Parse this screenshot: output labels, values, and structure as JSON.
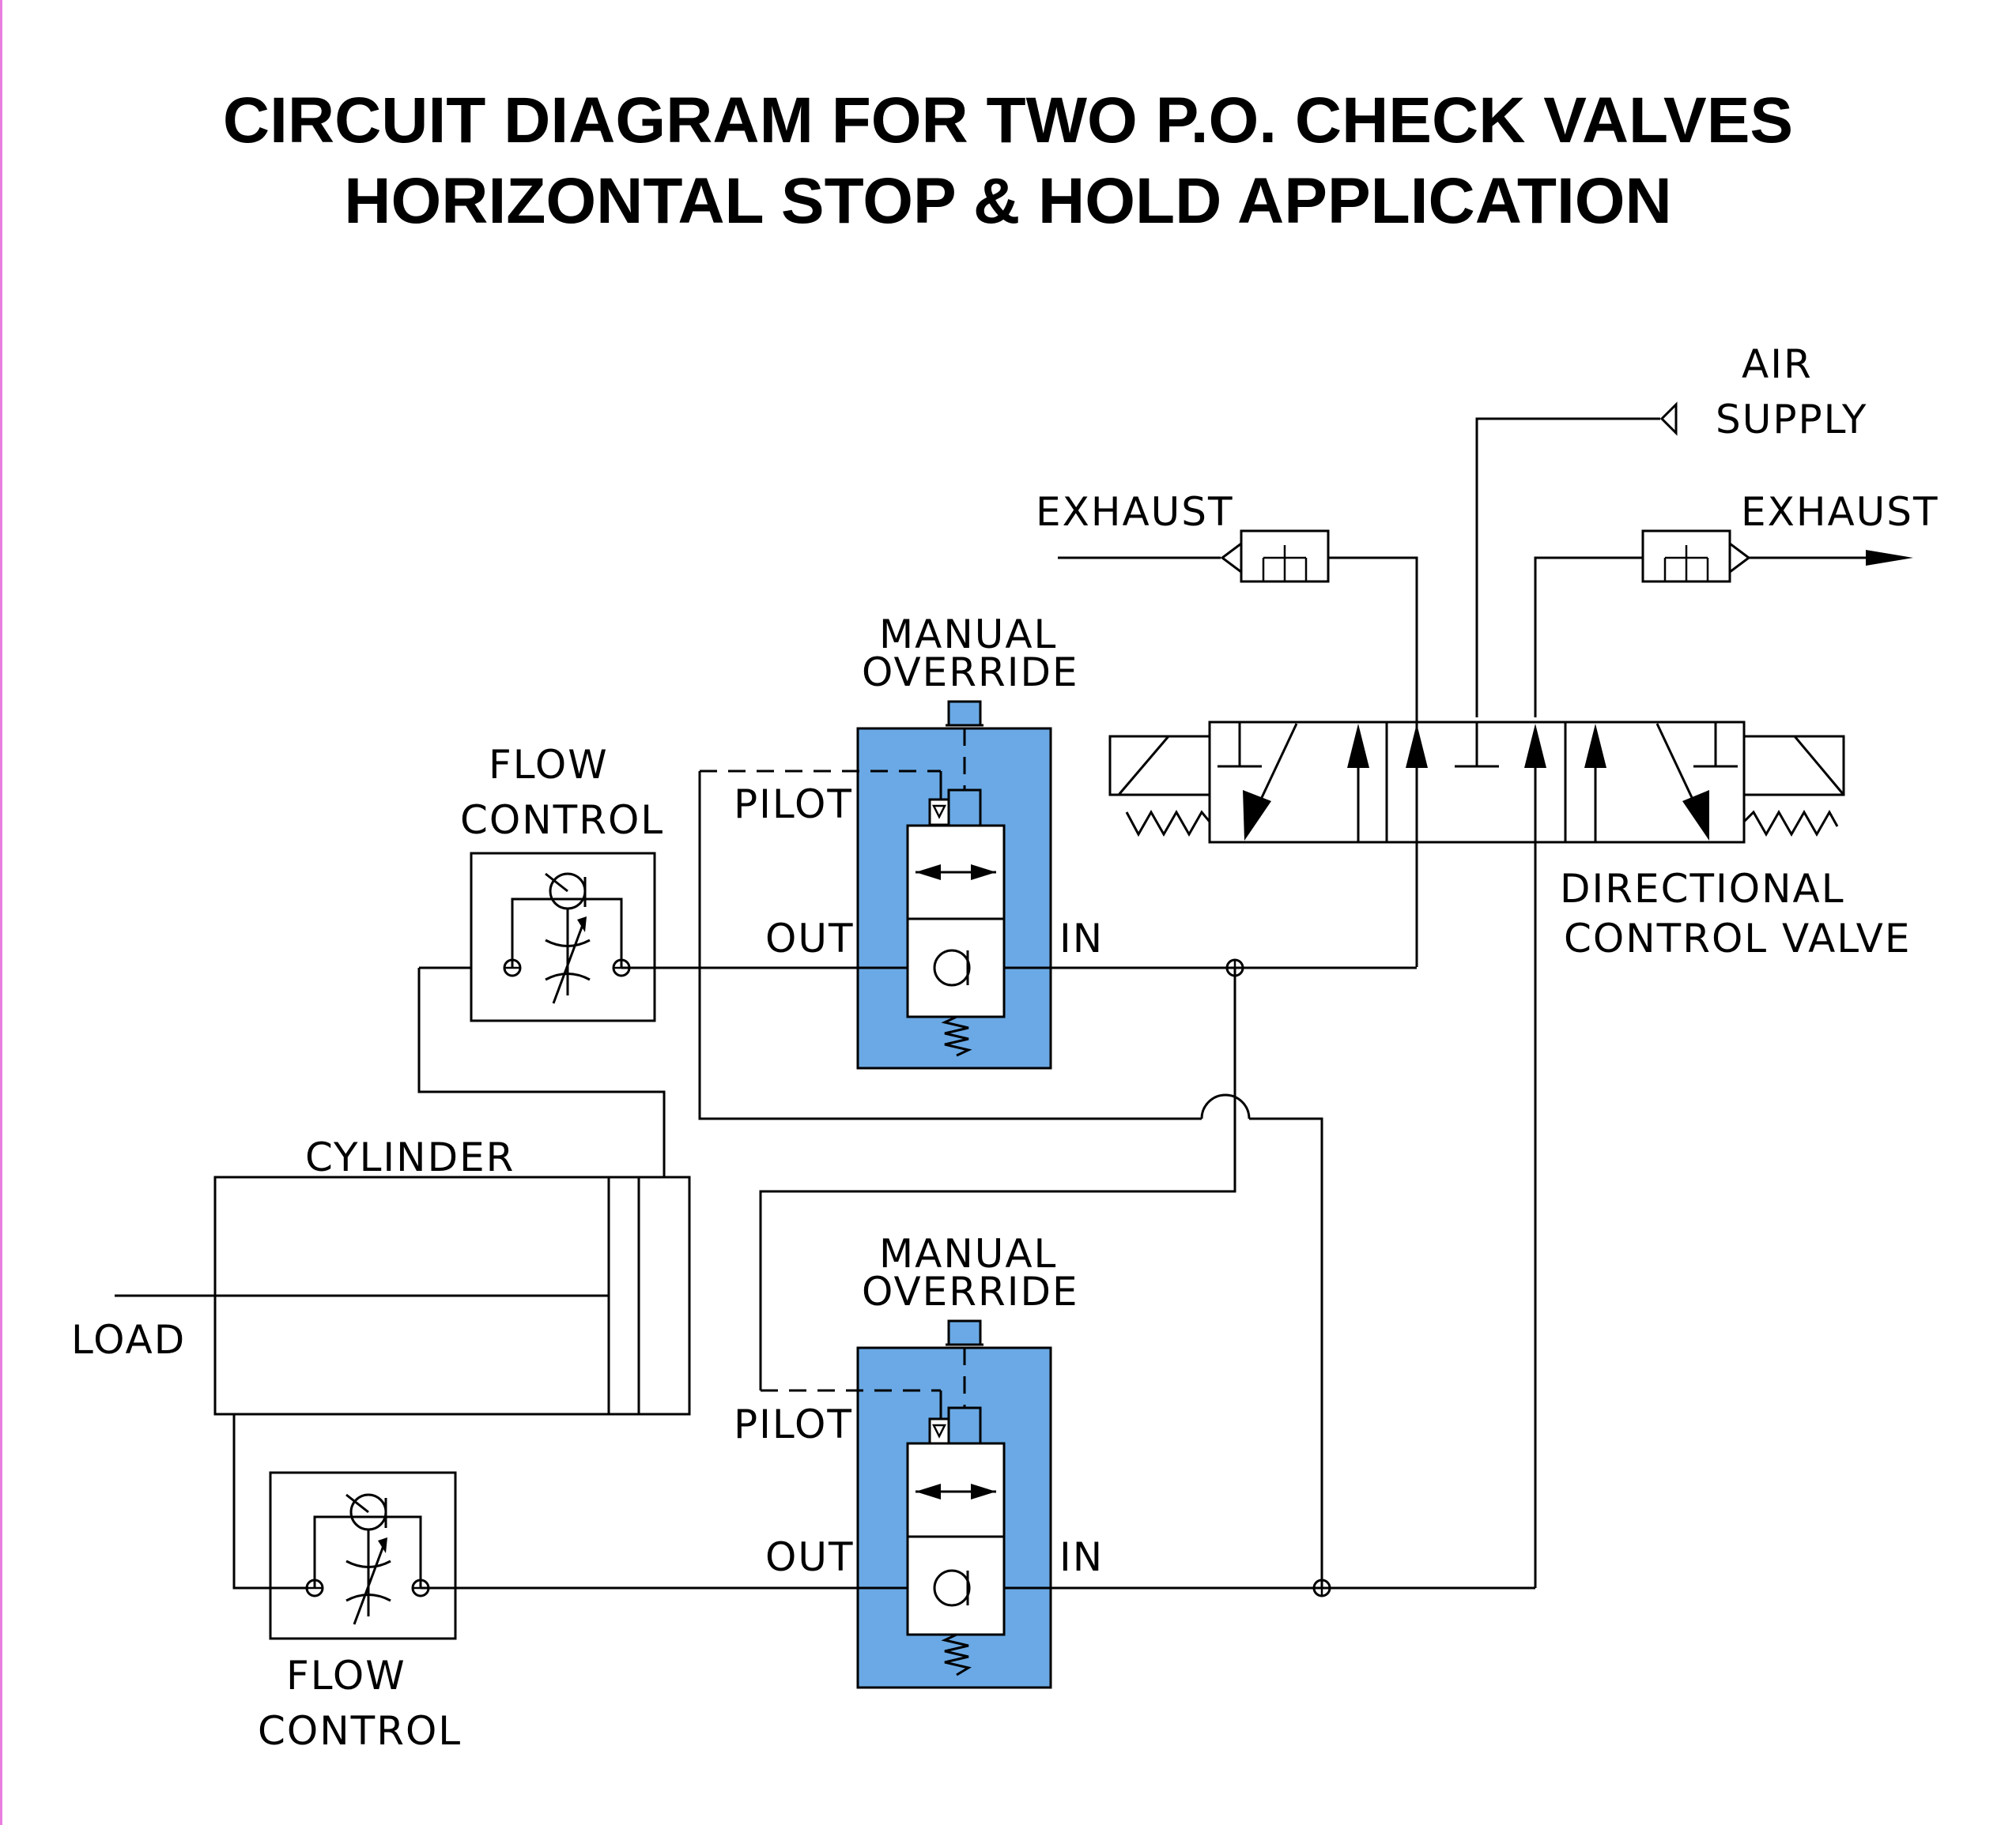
{
  "title": {
    "line1": "CIRCUIT DIAGRAM FOR TWO P.O. CHECK VALVES",
    "line2": "HORIZONTAL STOP & HOLD APPLICATION"
  },
  "labels": {
    "air_supply_1": "AIR",
    "air_supply_2": "SUPPLY",
    "exhaust_left": "EXHAUST",
    "exhaust_right": "EXHAUST",
    "dcv_1": "DIRECTIONAL",
    "dcv_2": "CONTROL  VALVE",
    "manual_override_top_1": "MANUAL",
    "manual_override_top_2": "OVERRIDE",
    "manual_override_bottom_1": "MANUAL",
    "manual_override_bottom_2": "OVERRIDE",
    "pilot_top": "PILOT",
    "pilot_bottom": "PILOT",
    "out_top": "OUT",
    "out_bottom": "OUT",
    "in_top": "IN",
    "in_bottom": "IN",
    "flow_control_top_1": "FLOW",
    "flow_control_top_2": "CONTROL",
    "flow_control_bottom_1": "FLOW",
    "flow_control_bottom_2": "CONTROL",
    "cylinder": "CYLINDER",
    "load": "LOAD"
  },
  "colors": {
    "valve_body": "#6aa9e5",
    "line": "#000000",
    "page_border": "#e87fe0"
  }
}
